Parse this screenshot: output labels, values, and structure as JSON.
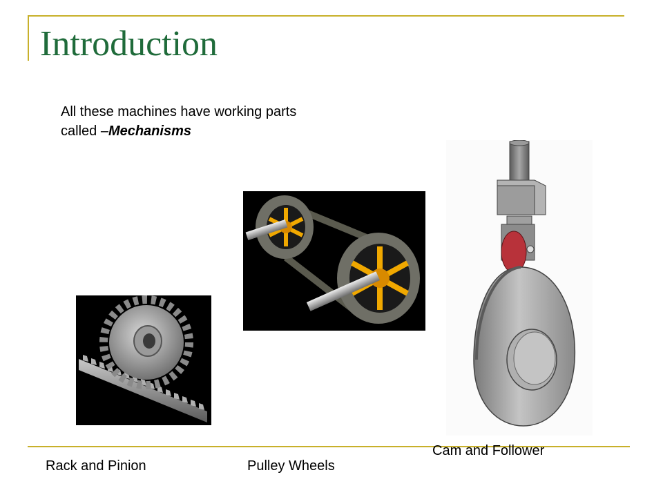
{
  "slide": {
    "title": "Introduction",
    "intro_line1": "All these machines have working parts",
    "intro_line2_prefix": "called –",
    "intro_line2_emphasis": "Mechanisms"
  },
  "figures": [
    {
      "caption": "Rack and Pinion",
      "icon": "rack-and-pinion-illustration"
    },
    {
      "caption": "Pulley Wheels",
      "icon": "pulley-wheels-illustration"
    },
    {
      "caption": "Cam and Follower",
      "icon": "cam-and-follower-illustration"
    }
  ],
  "colors": {
    "title": "#1f6b3a",
    "rule": "#c8b02a",
    "pulley_spokes": "#f0a800",
    "follower_roller": "#b8323a"
  }
}
